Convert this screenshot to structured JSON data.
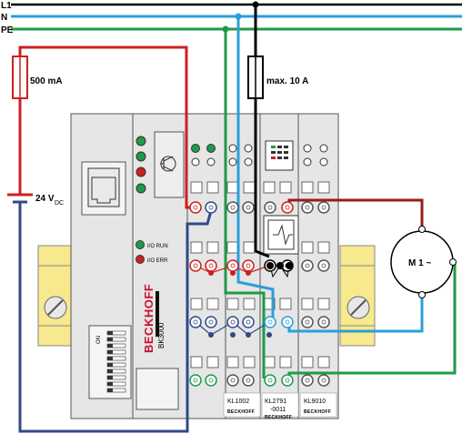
{
  "rails": {
    "l1": "L1",
    "n": "N",
    "pe": "PE"
  },
  "fuse_small": {
    "rating": "500 mA"
  },
  "fuse_large": {
    "rating": "max. 10 A"
  },
  "supply": {
    "voltage": "24 V",
    "subscript": "DC"
  },
  "coupler": {
    "brand": "BECKHOFF",
    "model": "BK3000",
    "led_run": "I/O RUN",
    "led_err": "I/O ERR",
    "dip_label": "ON"
  },
  "motor": {
    "label": "M 1 ~"
  },
  "terminals": [
    {
      "model": "KL1002",
      "brand": "BECKHOFF"
    },
    {
      "model": "KL2791",
      "model2": "-0011",
      "brand": "BECKHOFF"
    },
    {
      "model": "KL9010",
      "brand": "BECKHOFF"
    }
  ],
  "colors": {
    "l1": "#000000",
    "n": "#2a9fd8",
    "pe": "#1f9a4a",
    "positive_24v": "#cc2020",
    "negative_0v": "#2f4a8a",
    "motor_phase": "#9b1b1b",
    "brand": "#c8102e",
    "din_rail": "#f7e98e"
  }
}
